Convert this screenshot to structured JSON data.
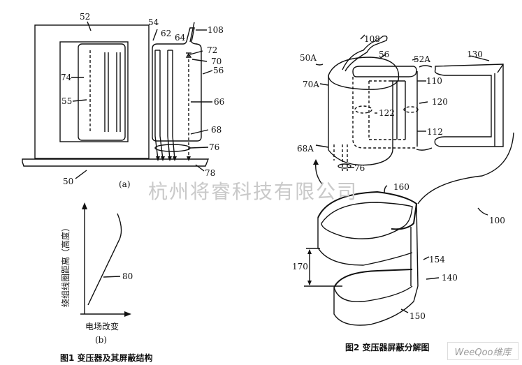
{
  "figure1": {
    "part_a": {
      "labels": {
        "core": "52",
        "winding_area": "54",
        "coil": "55",
        "shield": "56",
        "lead1": "62",
        "lead2": "64",
        "dashed_lead": "66",
        "lower": "68",
        "junction": "70",
        "tap": "72",
        "inner": "74",
        "ring": "76",
        "ground": "78",
        "base": "50",
        "cable": "108"
      },
      "caption": "(a)"
    },
    "part_b": {
      "ylabel": "绕组线圈距离（高度）",
      "xlabel": "电场改变",
      "curve_label": "80",
      "caption": "(b)"
    },
    "caption": "图1  变压器及其屏蔽结构"
  },
  "figure2": {
    "labels": {
      "assembly": "50A",
      "shield": "56",
      "core": "52A",
      "frame": "130",
      "cable": "108",
      "top": "70A",
      "upper_leg": "110",
      "ring_right": "120",
      "ring_left": "122",
      "lower_leg": "112",
      "bottom": "68A",
      "ring": "76",
      "outer_shield": "160",
      "gap": "170",
      "side": "154",
      "bracket": "140",
      "lower_shield": "150",
      "overall": "100"
    },
    "caption": "图2  变压器屏蔽分解图"
  },
  "watermark": "杭州将睿科技有限公司",
  "logo": "WeeQoo维库"
}
